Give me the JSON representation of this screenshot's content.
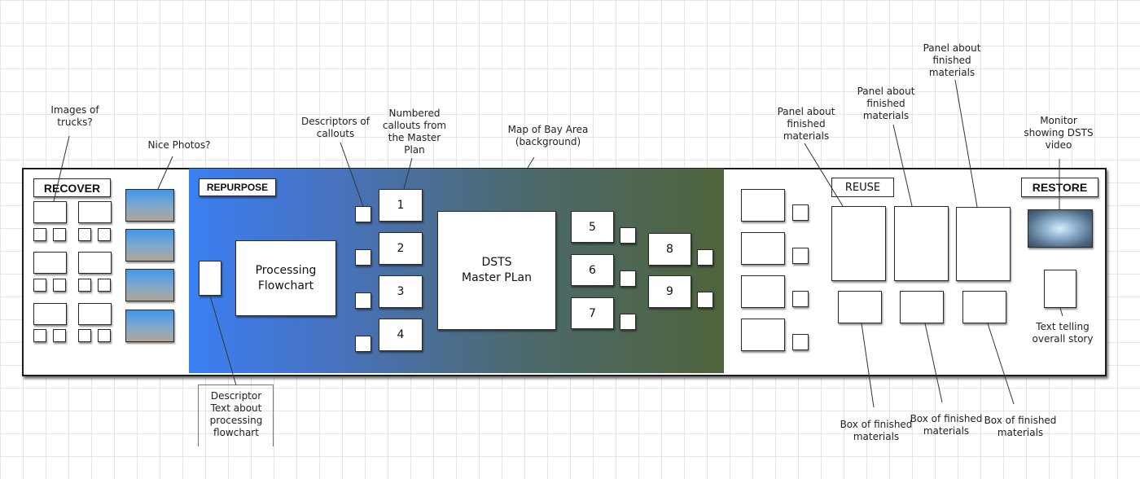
{
  "sections": {
    "recover": "RECOVER",
    "repurpose": "REPURPOSE",
    "reuse": "REUSE",
    "restore": "RESTORE"
  },
  "diagram": {
    "processing_flowchart": "Processing\nFlowchart",
    "master_plan": "DSTS\nMaster PLan",
    "callout_numbers": [
      "1",
      "2",
      "3",
      "4",
      "5",
      "6",
      "7",
      "8",
      "9"
    ]
  },
  "annotations": {
    "images_of_trucks": "Images of\ntrucks?",
    "nice_photos": "Nice Photos?",
    "descriptors_of_callouts": "Descriptors of\ncallouts",
    "numbered_callouts": "Numbered\ncallouts from\nthe Master\nPlan",
    "map_of_bay_area": "Map of Bay Area\n(background)",
    "panel_about_1": "Panel about\nfinished\nmaterials",
    "panel_about_2": "Panel about\nfinished\nmaterials",
    "panel_about_3": "Panel about\nfinished\nmaterials",
    "monitor_video": "Monitor\nshowing DSTS\nvideo",
    "descriptor_text": "Descriptor\nText about\nprocessing\nflowchart",
    "box_finished_1": "Box of finished\nmaterials",
    "box_finished_2": "Box of finished\nmaterials",
    "box_finished_3": "Box of finished\nmaterials",
    "text_overall_story": "Text telling\noverall story"
  },
  "colors": {
    "gradient_start": "#3a7ff2",
    "gradient_end": "#4f633b",
    "outline": "#1c1c1c"
  }
}
